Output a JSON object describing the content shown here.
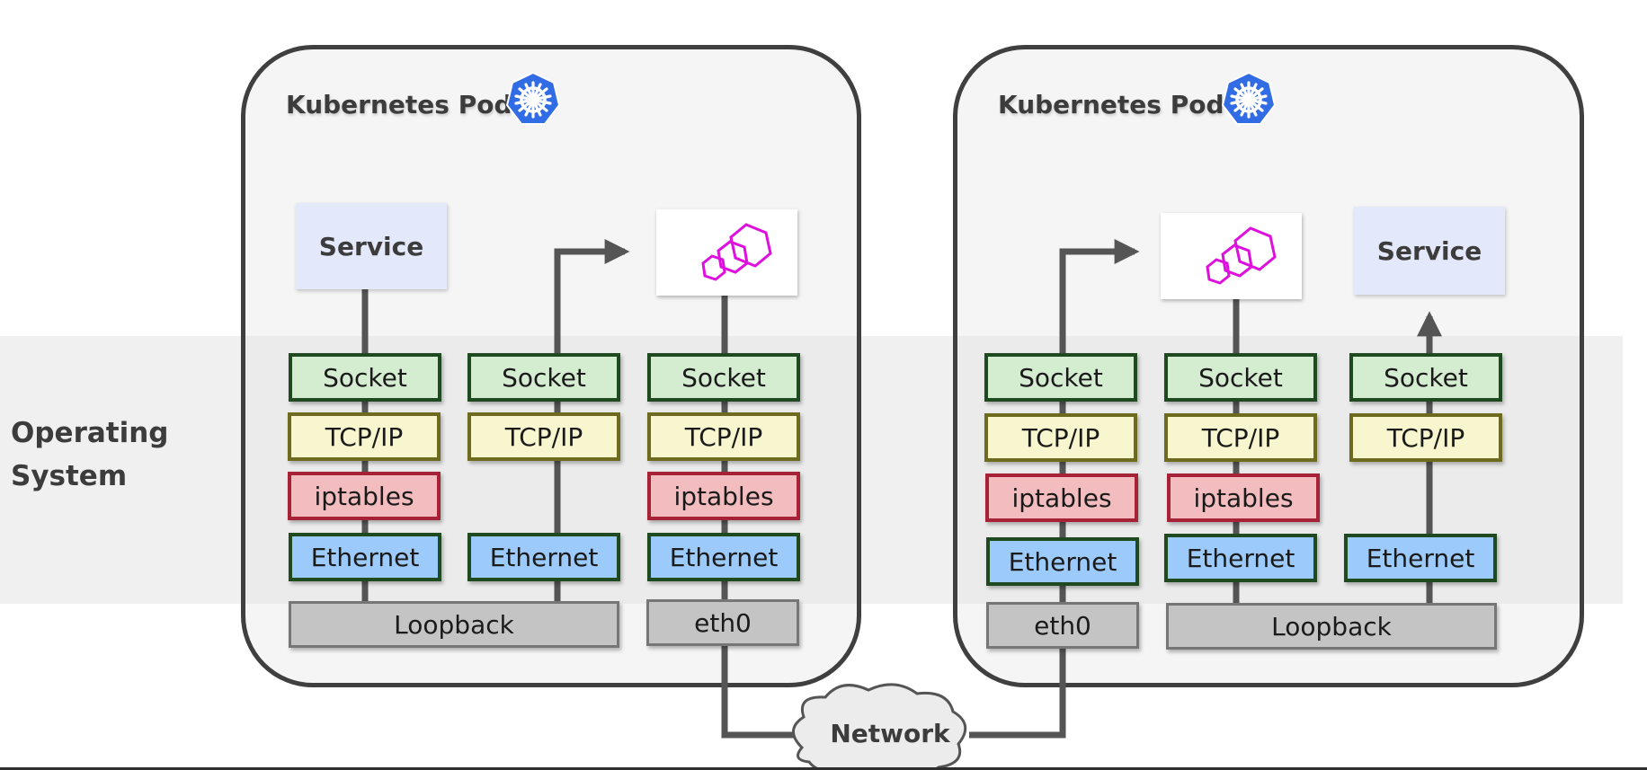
{
  "os_label": "Operating\nSystem",
  "network_label": "Network",
  "pods": [
    {
      "title": "Kubernetes Pod",
      "icon": "kubernetes-icon",
      "service_label": "Service",
      "stacks": [
        {
          "socket": "Socket",
          "tcp": "TCP/IP",
          "iptables": "iptables",
          "ethernet": "Ethernet"
        },
        {
          "socket": "Socket",
          "tcp": "TCP/IP",
          "ethernet": "Ethernet"
        },
        {
          "socket": "Socket",
          "tcp": "TCP/IP",
          "iptables": "iptables",
          "ethernet": "Ethernet"
        }
      ],
      "loopback_label": "Loopback",
      "eth0_label": "eth0"
    },
    {
      "title": "Kubernetes Pod",
      "icon": "kubernetes-icon",
      "service_label": "Service",
      "stacks": [
        {
          "socket": "Socket",
          "tcp": "TCP/IP",
          "iptables": "iptables",
          "ethernet": "Ethernet"
        },
        {
          "socket": "Socket",
          "tcp": "TCP/IP",
          "iptables": "iptables",
          "ethernet": "Ethernet"
        },
        {
          "socket": "Socket",
          "tcp": "TCP/IP",
          "ethernet": "Ethernet"
        }
      ],
      "loopback_label": "Loopback",
      "eth0_label": "eth0"
    }
  ],
  "colors": {
    "line": "#555555",
    "envoy": "#dd10dd",
    "kubernetes": "#326ce5"
  }
}
